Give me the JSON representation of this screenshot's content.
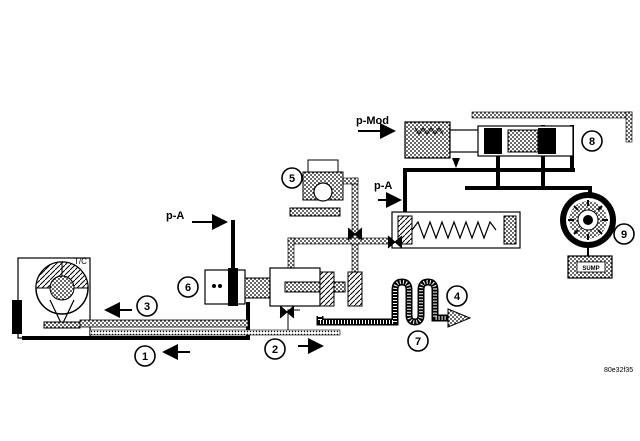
{
  "labels": {
    "tc": "T/C",
    "pa_left": "p-A",
    "pa_right": "p-A",
    "pmod": "p-Mod",
    "sump": "SUMP",
    "figure_id": "80e32f35"
  },
  "callouts": [
    "1",
    "2",
    "3",
    "4",
    "5",
    "6",
    "7",
    "8",
    "9"
  ]
}
